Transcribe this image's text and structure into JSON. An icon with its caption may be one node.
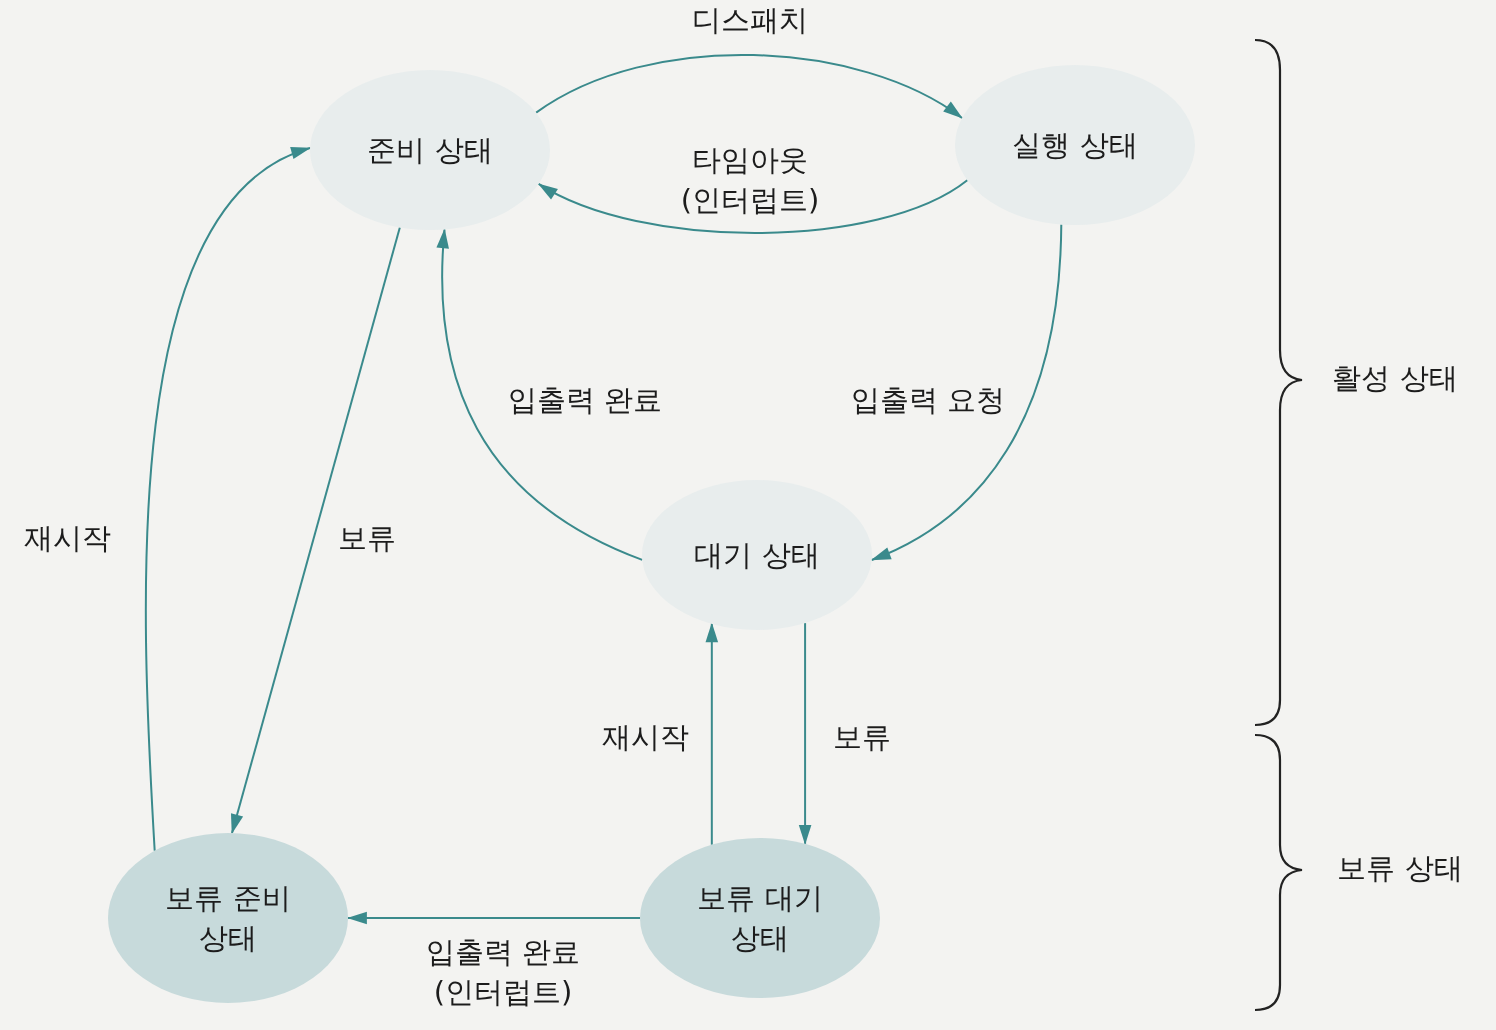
{
  "diagram": {
    "nodes": [
      {
        "text": [
          "준비 상태"
        ]
      },
      {
        "text": [
          "실행 상태"
        ]
      },
      {
        "text": [
          "대기 상태"
        ]
      },
      {
        "text": [
          "보류 준비 상태"
        ]
      },
      {
        "text": [
          "보류 대기 상태"
        ]
      }
    ],
    "edges": [
      {
        "from": 0,
        "to": 1,
        "arrow": "to",
        "label": "디스패치"
      },
      {
        "from": 1,
        "to": 0,
        "arrow": "to",
        "label": "타임아웃 (인터럽트)"
      },
      {
        "from": 1,
        "to": 2,
        "arrow": "to",
        "label": "입출력 요청"
      },
      {
        "from": 2,
        "to": 0,
        "arrow": "to",
        "label": "입출력 완료"
      },
      {
        "from": 0,
        "to": 3,
        "arrow": "to",
        "label": "보류"
      },
      {
        "from": 3,
        "to": 0,
        "arrow": "to",
        "label": "재시작"
      },
      {
        "from": 2,
        "to": 4,
        "arrow": "to",
        "label": "보류"
      },
      {
        "from": 4,
        "to": 2,
        "arrow": "to",
        "label": "재시작"
      },
      {
        "from": 4,
        "to": 3,
        "arrow": "to",
        "label": "입출력 완료 (인터럽트)"
      }
    ],
    "labels": [
      "활성 상태",
      "보류 상태"
    ]
  }
}
